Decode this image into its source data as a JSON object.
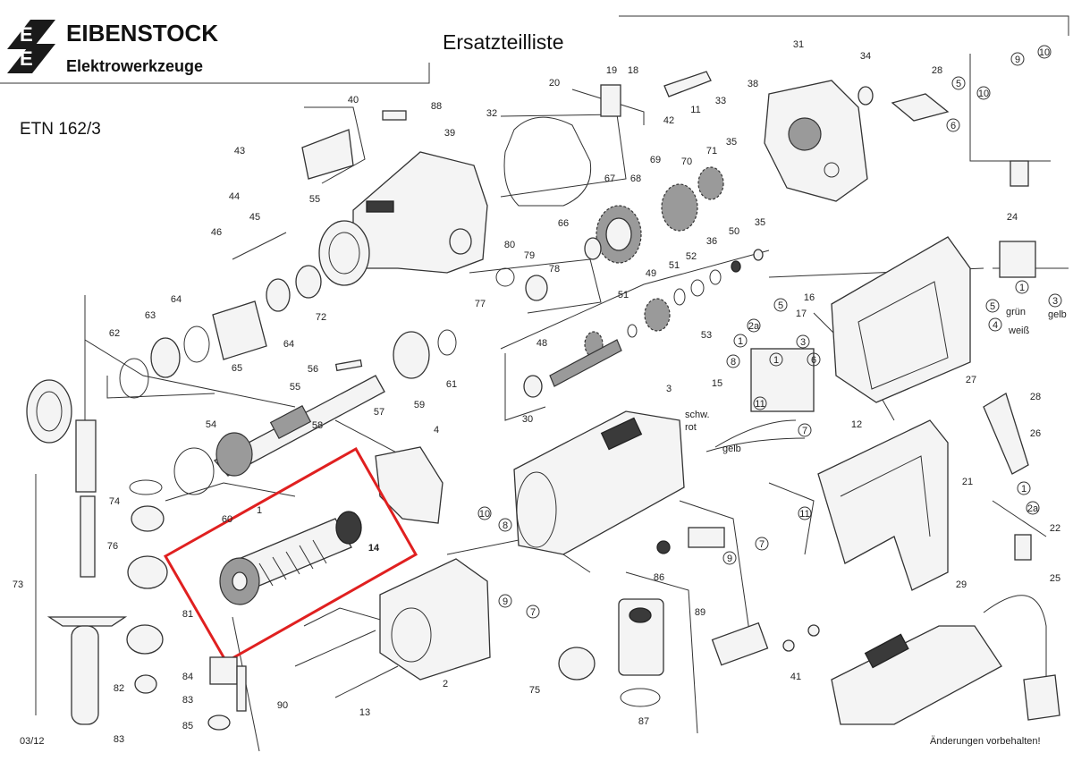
{
  "header": {
    "brand": "EIBENSTOCK",
    "subtitle": "Elektrowerkzeuge",
    "title": "Ersatzteilliste",
    "model": "ETN 162/3"
  },
  "footer": {
    "date": "03/12",
    "note": "Änderungen vorbehalten!"
  },
  "callouts": [
    "1",
    "2",
    "2a",
    "3",
    "4",
    "5",
    "6",
    "7",
    "8",
    "9",
    "10",
    "11",
    "12",
    "13",
    "14",
    "15",
    "16",
    "17",
    "18",
    "19",
    "20",
    "21",
    "22",
    "24",
    "25",
    "26",
    "27",
    "28",
    "29",
    "30",
    "31",
    "32",
    "33",
    "34",
    "35",
    "36",
    "38",
    "39",
    "40",
    "41",
    "42",
    "43",
    "44",
    "45",
    "46",
    "48",
    "49",
    "50",
    "51",
    "52",
    "53",
    "54",
    "55",
    "56",
    "57",
    "58",
    "59",
    "60",
    "61",
    "62",
    "63",
    "64",
    "65",
    "66",
    "67",
    "68",
    "69",
    "70",
    "71",
    "72",
    "73",
    "74",
    "75",
    "76",
    "77",
    "78",
    "79",
    "80",
    "81",
    "82",
    "83",
    "84",
    "85",
    "86",
    "87",
    "88",
    "89",
    "90"
  ],
  "wire_labels": {
    "gruen": "grün",
    "weiss": "weiß",
    "gelb": "gelb",
    "rot": "rot",
    "schwarz": "schw."
  },
  "highlight": {
    "part_number": "14",
    "color": "#e02020"
  }
}
